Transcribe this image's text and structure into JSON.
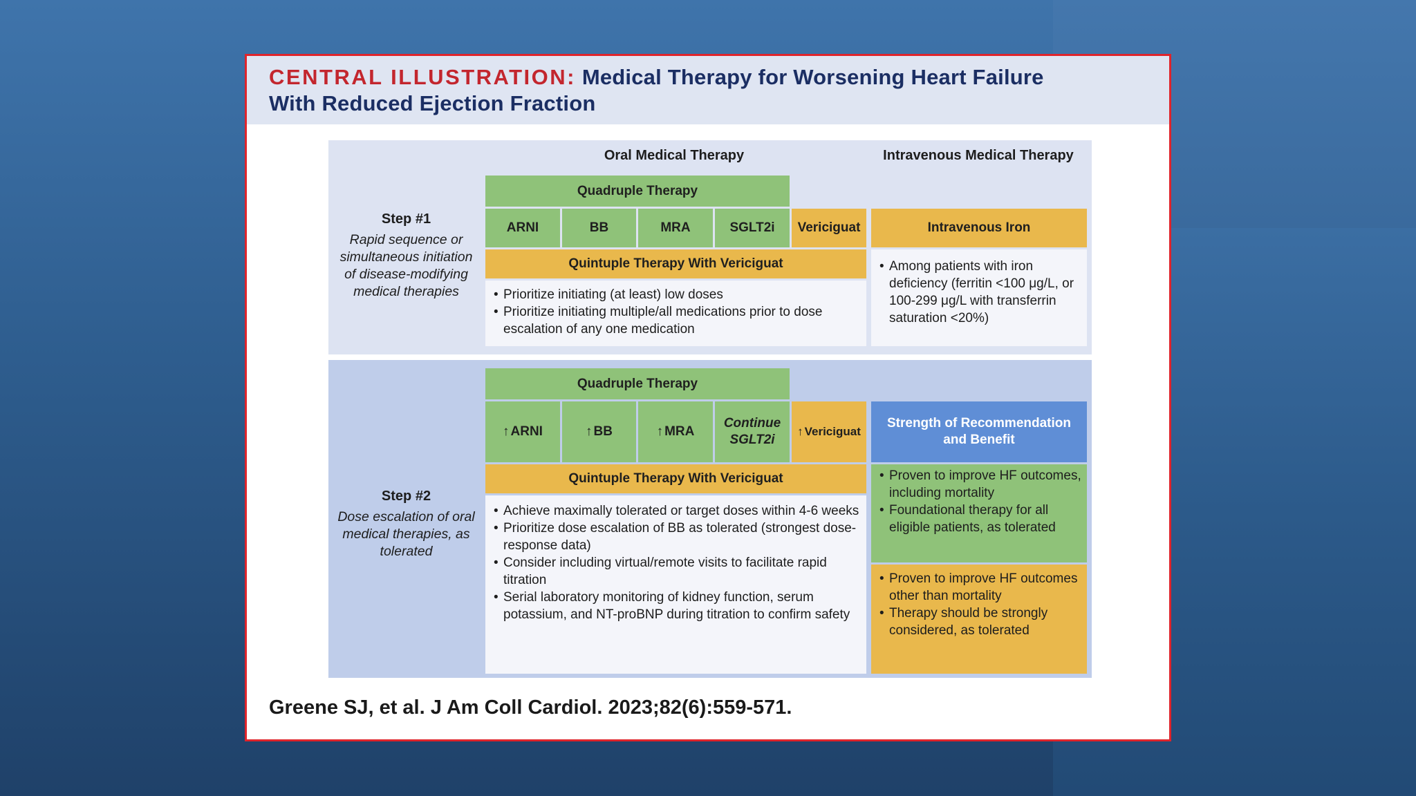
{
  "title": {
    "label": "CENTRAL ILLUSTRATION:",
    "line1": "Medical Therapy for Worsening Heart Failure",
    "line2": "With Reduced Ejection Fraction"
  },
  "headers": {
    "oral": "Oral Medical Therapy",
    "iv": "Intravenous Medical Therapy"
  },
  "step1": {
    "title": "Step #1",
    "description": "Rapid sequence or simultaneous initiation of disease-modifying medical therapies",
    "quadruple": "Quadruple Therapy",
    "drugs": [
      "ARNI",
      "BB",
      "MRA",
      "SGLT2i"
    ],
    "vericiguat": "Vericiguat",
    "quintuple": "Quintuple Therapy With Vericiguat",
    "bullets": [
      "Prioritize initiating (at least) low doses",
      "Prioritize initiating multiple/all medications prior to dose escalation of any one medication"
    ],
    "iv_title": "Intravenous Iron",
    "iv_bullets": [
      "Among patients with iron deficiency (ferritin <100 μg/L, or 100-299 μg/L with transferrin saturation <20%)"
    ]
  },
  "step2": {
    "title": "Step #2",
    "description": "Dose escalation of oral medical therapies, as tolerated",
    "quadruple": "Quadruple Therapy",
    "up_arrow": "↑",
    "drugs": [
      "ARNI",
      "BB",
      "MRA"
    ],
    "continue_label": "Continue SGLT2i",
    "vericiguat": "Vericiguat",
    "quintuple": "Quintuple Therapy With Vericiguat",
    "bullets": [
      "Achieve maximally tolerated or target doses within 4-6 weeks",
      "Prioritize dose escalation of BB as tolerated (strongest dose-response data)",
      "Consider including virtual/remote visits to facilitate rapid titration",
      "Serial laboratory monitoring of kidney function, serum potassium, and NT-proBNP during titration to confirm safety"
    ]
  },
  "legend": {
    "title": "Strength of Recommendation and Benefit",
    "green_bullets": [
      "Proven to improve HF outcomes, including mortality",
      "Foundational therapy for all eligible patients, as tolerated"
    ],
    "gold_bullets": [
      "Proven to improve HF outcomes other than mortality",
      "Therapy should be strongly considered, as tolerated"
    ]
  },
  "citation": "Greene SJ, et al. J Am Coll Cardiol. 2023;82(6):559-571.",
  "colors": {
    "green": "#8fc279",
    "gold": "#e9b84c",
    "blue": "#5f8ed6",
    "border_red": "#e0242b",
    "title_red": "#c3262e",
    "title_navy": "#1b2e63"
  }
}
